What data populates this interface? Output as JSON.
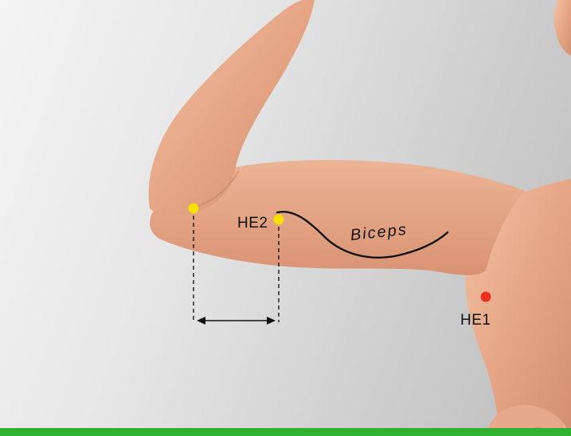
{
  "labels": {
    "he2": "HE2",
    "he1": "HE1",
    "muscle": "Biceps"
  },
  "colors": {
    "marker_yellow": "#f5e000",
    "marker_red": "#e8321e",
    "skin": "#e9ab8b",
    "bottom_bar": "#2fb12f"
  }
}
